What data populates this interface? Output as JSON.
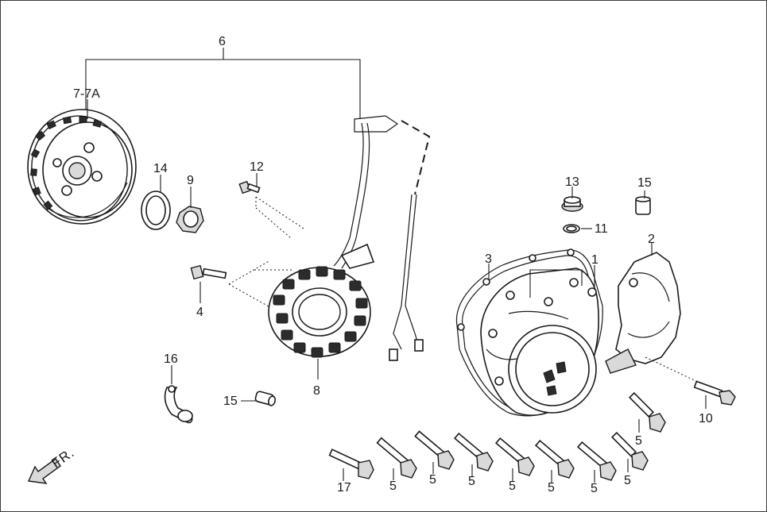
{
  "callouts": {
    "c1": "1",
    "c2": "2",
    "c3": "3",
    "c4": "4",
    "c5a": "5",
    "c5b": "5",
    "c5c": "5",
    "c5d": "5",
    "c5e": "5",
    "c5f": "5",
    "c5g": "5",
    "c6": "6",
    "c7": "7-7A",
    "c8": "8",
    "c9": "9",
    "c10": "10",
    "c11": "11",
    "c12": "12",
    "c13": "13",
    "c14": "14",
    "c15a": "15",
    "c15b": "15",
    "c16": "16",
    "c17": "17"
  },
  "direction": {
    "label": "FR."
  },
  "colors": {
    "line": "#1a1a1a",
    "shade": "#d9d9d9",
    "background": "#ffffff"
  }
}
